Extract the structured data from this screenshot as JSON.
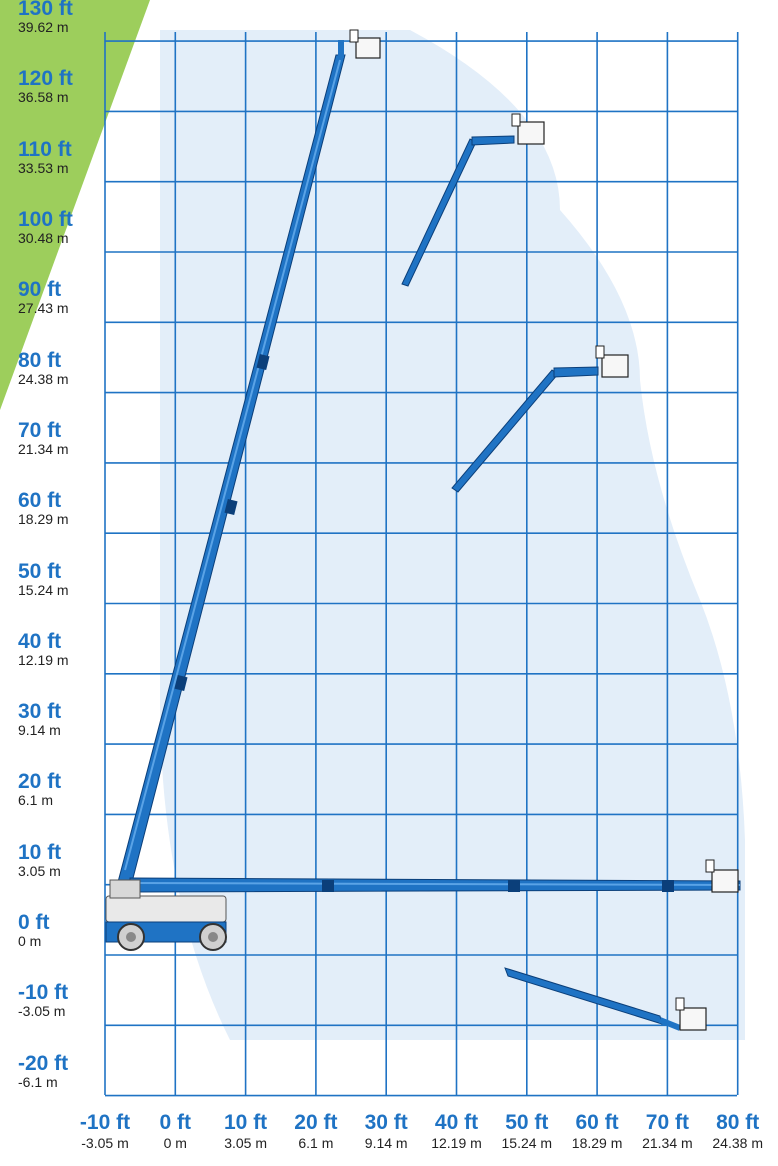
{
  "diagram": {
    "y_labels": [
      {
        "ft": "130 ft",
        "m": "39.62 m",
        "value": 130
      },
      {
        "ft": "120 ft",
        "m": "36.58 m",
        "value": 120
      },
      {
        "ft": "110 ft",
        "m": "33.53 m",
        "value": 110
      },
      {
        "ft": "100 ft",
        "m": "30.48 m",
        "value": 100
      },
      {
        "ft": "90 ft",
        "m": "27.43 m",
        "value": 90
      },
      {
        "ft": "80 ft",
        "m": "24.38 m",
        "value": 80
      },
      {
        "ft": "70 ft",
        "m": "21.34 m",
        "value": 70
      },
      {
        "ft": "60 ft",
        "m": "18.29 m",
        "value": 60
      },
      {
        "ft": "50 ft",
        "m": "15.24 m",
        "value": 50
      },
      {
        "ft": "40 ft",
        "m": "12.19 m",
        "value": 40
      },
      {
        "ft": "30 ft",
        "m": "9.14 m",
        "value": 30
      },
      {
        "ft": "20 ft",
        "m": "6.1 m",
        "value": 20
      },
      {
        "ft": "10 ft",
        "m": "3.05 m",
        "value": 10
      },
      {
        "ft": "0 ft",
        "m": "0 m",
        "value": 0
      },
      {
        "ft": "-10 ft",
        "m": "-3.05 m",
        "value": -10
      },
      {
        "ft": "-20 ft",
        "m": "-6.1 m",
        "value": -20
      }
    ],
    "x_labels": [
      {
        "ft": "-10 ft",
        "m": "-3.05 m",
        "value": -10
      },
      {
        "ft": "0 ft",
        "m": "0 m",
        "value": 0
      },
      {
        "ft": "10 ft",
        "m": "3.05 m",
        "value": 10
      },
      {
        "ft": "20 ft",
        "m": "6.1 m",
        "value": 20
      },
      {
        "ft": "30 ft",
        "m": "9.14 m",
        "value": 30
      },
      {
        "ft": "40 ft",
        "m": "12.19 m",
        "value": 40
      },
      {
        "ft": "50 ft",
        "m": "15.24 m",
        "value": 50
      },
      {
        "ft": "60 ft",
        "m": "18.29 m",
        "value": 60
      },
      {
        "ft": "70 ft",
        "m": "21.34 m",
        "value": 70
      },
      {
        "ft": "80 ft",
        "m": "24.38 m",
        "value": 80
      }
    ],
    "x_range_ft": [
      -10,
      80
    ],
    "y_range_ft": [
      -20,
      130
    ],
    "colors": {
      "grid": "#1f73c4",
      "boom": "#1f73c4",
      "boom_outline": "#0b3f7a",
      "envelope": "#e3eef9",
      "accent_green": "#8cc63f",
      "label_ft": "#1f73c4",
      "label_m": "#222222"
    },
    "boom_positions": [
      {
        "name": "vertical",
        "tip_x_ft": 24,
        "tip_y_ft": 127
      },
      {
        "name": "horizontal",
        "tip_x_ft": 80,
        "tip_y_ft": 3
      },
      {
        "name": "below-grade",
        "tip_x_ft": 74,
        "tip_y_ft": -13
      },
      {
        "name": "upper-reach",
        "tip_x_ft": 45,
        "tip_y_ft": 113
      },
      {
        "name": "mid-reach",
        "tip_x_ft": 64,
        "tip_y_ft": 83
      }
    ]
  }
}
